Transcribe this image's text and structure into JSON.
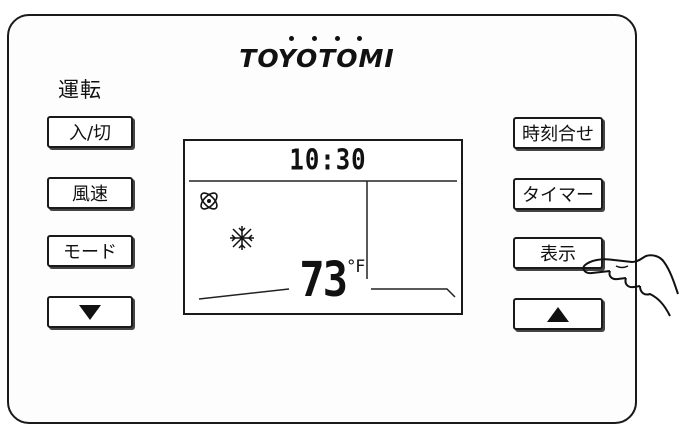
{
  "brand": {
    "name": "TOYOTOMI"
  },
  "left_panel": {
    "section_label": "運転",
    "buttons": [
      {
        "label": "入/切"
      },
      {
        "label": "風速"
      },
      {
        "label": "モード"
      }
    ]
  },
  "right_panel": {
    "buttons": [
      {
        "label": "時刻合せ"
      },
      {
        "label": "タイマー"
      },
      {
        "label": "表示"
      }
    ]
  },
  "display": {
    "time": "10:30",
    "temperature": "73",
    "unit": "°F",
    "icons": [
      "fan-speed-icon",
      "snowflake-icon"
    ]
  },
  "arrow_buttons": {
    "down": {
      "icon": "triangle-down-icon"
    },
    "up": {
      "icon": "triangle-up-icon"
    }
  },
  "pointer": {
    "icon": "pointing-hand-icon"
  }
}
